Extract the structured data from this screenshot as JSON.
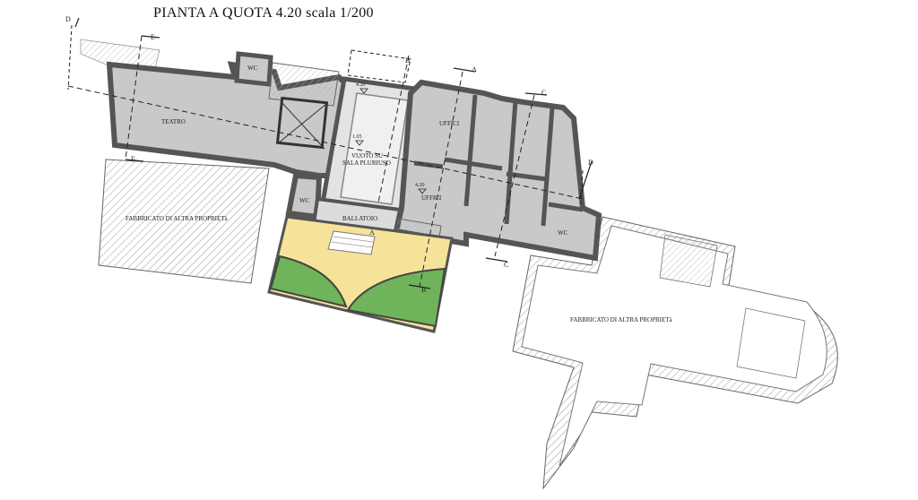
{
  "title": "PIANTA A QUOTA 4.20 scala 1/200",
  "rooms": {
    "teatro": "TEATRO",
    "wc_top": "WC",
    "wc_mid": "WC",
    "wc_right": "WC",
    "vuoto_line1": "VUOTO SU",
    "vuoto_line2": "SALA PLURIUSO",
    "uffici_top": "UFFICI",
    "uffici_mid": "UFFICI",
    "ballatoio": "BALLATOIO",
    "fabbricato_left": "FABBRICATO DI ALTRA PROPRIETà",
    "fabbricato_right": "FABBRICATO DI ALTRA PROPRIETà"
  },
  "levels": {
    "level_top": "4.20",
    "level_mid": "1.05",
    "level_uffici": "4.20"
  },
  "section_marks": {
    "a_top": "A",
    "a_bottom": "A",
    "b_top": "B",
    "b_bottom": "B",
    "c_top": "C",
    "c_bottom": "C",
    "d_left": "D",
    "d_right": "D",
    "e_top": "E",
    "e_bottom": "E"
  },
  "colors": {
    "wall": "#555555",
    "floor": "#c9c9c9",
    "hatch": "#9a9a9a",
    "lawn": "#6fb35a",
    "courtyard": "#f6e39a"
  }
}
